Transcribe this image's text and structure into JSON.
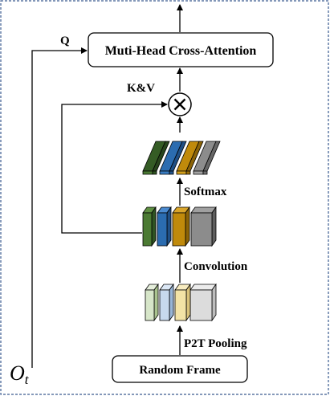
{
  "labels": {
    "attention": "Muti-Head Cross-Attention",
    "q": "Q",
    "kv": "K&V",
    "multiply": "⊗",
    "softmax": "Softmax",
    "convolution": "Convolution",
    "p2t_pooling": "P2T Pooling",
    "random_frame": "Random Frame",
    "ot_main": "O",
    "ot_sub": "t"
  },
  "colors": {
    "border": "#3a5b8f",
    "stroke": "#000000",
    "green": "#4b7a33",
    "blue": "#2b6cb0",
    "gold": "#c08a0b",
    "gray": "#8c8c8c",
    "light_green": "#d7e6c9",
    "light_blue": "#c7d9ee",
    "light_gold": "#f3e3a6",
    "light_gray": "#dcdcdc"
  }
}
